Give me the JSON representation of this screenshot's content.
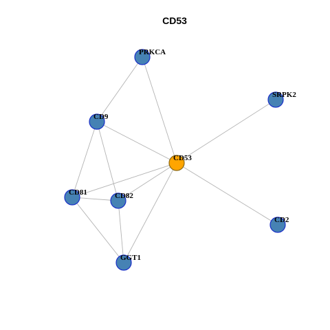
{
  "title": "CD53",
  "colors": {
    "center_node": "#FFA500",
    "center_stroke": "#8B6914",
    "node_fill": "#4682B4",
    "node_stroke": "#1A2FC8",
    "edge": "#B3B3B3"
  },
  "nodes": [
    {
      "id": "CD53",
      "label": "CD53",
      "center": true
    },
    {
      "id": "PRKCA",
      "label": "PRKCA"
    },
    {
      "id": "SRPK2",
      "label": "SRPK2"
    },
    {
      "id": "CD9",
      "label": "CD9"
    },
    {
      "id": "CD81",
      "label": "CD81"
    },
    {
      "id": "CD82",
      "label": "CD82"
    },
    {
      "id": "CD2",
      "label": "CD2"
    },
    {
      "id": "GGT1",
      "label": "GGT1"
    }
  ],
  "edges": [
    [
      "PRKCA",
      "CD9"
    ],
    [
      "PRKCA",
      "CD53"
    ],
    [
      "SRPK2",
      "CD53"
    ],
    [
      "CD9",
      "CD53"
    ],
    [
      "CD9",
      "CD81"
    ],
    [
      "CD9",
      "CD82"
    ],
    [
      "CD53",
      "CD81"
    ],
    [
      "CD53",
      "CD82"
    ],
    [
      "CD53",
      "CD2"
    ],
    [
      "CD53",
      "GGT1"
    ],
    [
      "CD81",
      "CD82"
    ],
    [
      "CD81",
      "GGT1"
    ],
    [
      "CD82",
      "GGT1"
    ]
  ]
}
